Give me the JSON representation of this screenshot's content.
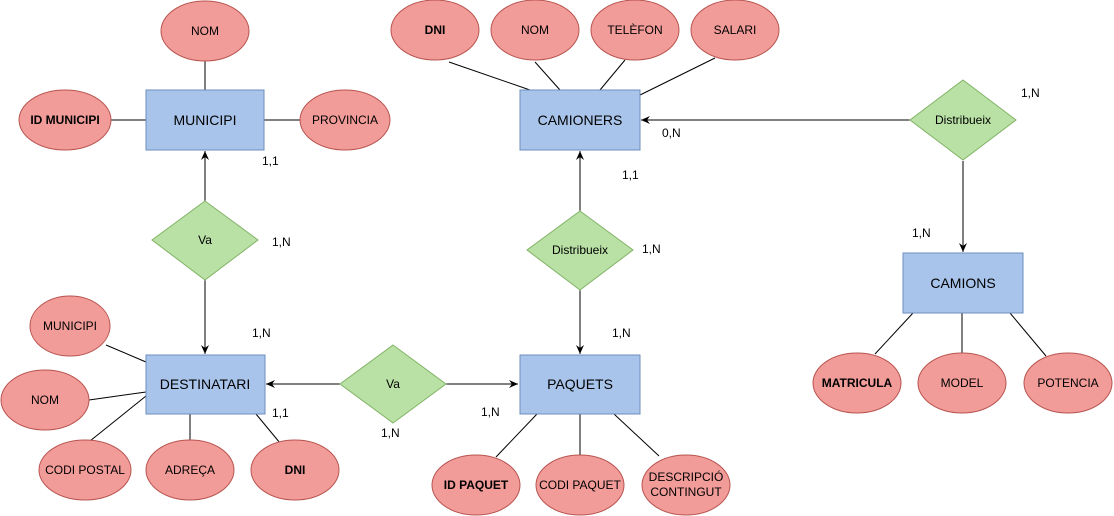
{
  "colors": {
    "entity_fill": "#a9c4eb",
    "entity_stroke": "#6c8ebf",
    "attribute_fill": "#f19c99",
    "attribute_stroke": "#b85450",
    "relation_fill": "#b9e0a5",
    "relation_stroke": "#82b366"
  },
  "entities": {
    "municipi": "MUNICIPI",
    "camioners": "CAMIONERS",
    "camions": "CAMIONS",
    "destinatari": "DESTINATARI",
    "paquets": "PAQUETS"
  },
  "relations": {
    "va_municipi": "Va",
    "distribueix_paquets": "Distribueix",
    "distribueix_camions": "Distribueix",
    "va_paquets": "Va"
  },
  "attributes": {
    "municipi_nom": "NOM",
    "municipi_id": "ID MUNICIPI",
    "municipi_provincia": "PROVINCIA",
    "camioners_dni": "DNI",
    "camioners_nom": "NOM",
    "camioners_telefon": "TELÈFON",
    "camioners_salari": "SALARI",
    "camions_matricula": "MATRICULA",
    "camions_model": "MODEL",
    "camions_potencia": "POTENCIA",
    "destinatari_municipi": "MUNICIPI",
    "destinatari_nom": "NOM",
    "destinatari_codi_postal": "CODI POSTAL",
    "destinatari_adreca": "ADREÇA",
    "destinatari_dni": "DNI",
    "paquets_id": "ID PAQUET",
    "paquets_codi": "CODI PAQUET",
    "paquets_descripcio_1": "DESCRIPCIÓ",
    "paquets_descripcio_2": "CONTINGUT"
  },
  "cardinalities": {
    "municipi_side": "1,1",
    "va_municipi_mid": "1,N",
    "destinatari_top": "1,N",
    "destinatari_right": "1,1",
    "va_paquets_below": "1,N",
    "paquets_left": "1,N",
    "paquets_top": "1,N",
    "distribueix_paquets_mid": "1,N",
    "camioners_bottom": "1,1",
    "camioners_right": "0,N",
    "distribueix_camions_top": "1,N",
    "camions_top": "1,N"
  }
}
